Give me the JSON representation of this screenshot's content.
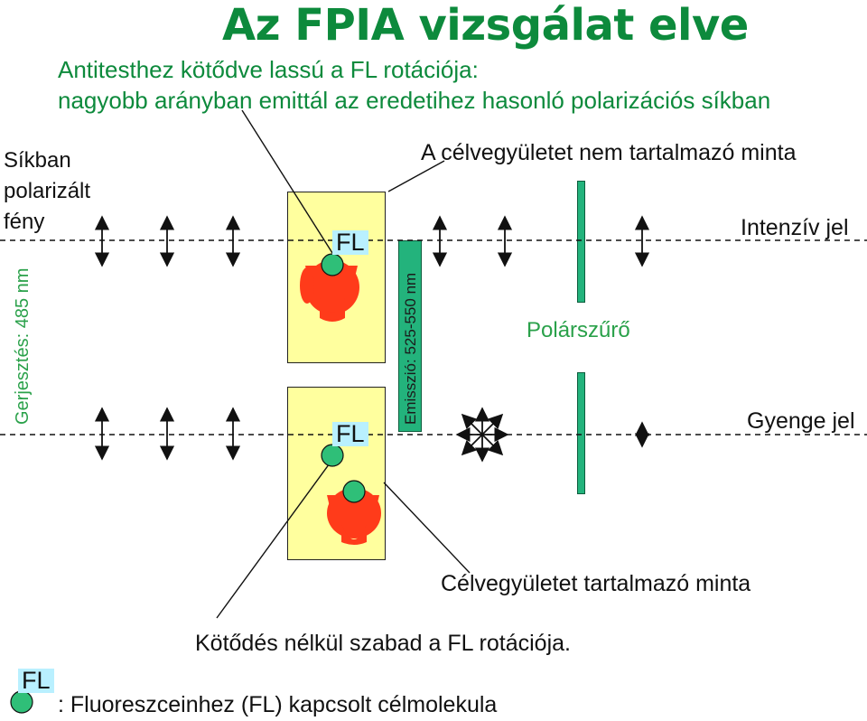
{
  "title": "Az FPIA vizsgálat elve",
  "subtitle_line1": "Antitesthez kötődve lassú a FL rotációja:",
  "subtitle_line2": "nagyobb arányban emittál az eredetihez hasonló polarizációs síkban",
  "polarized_light": [
    "Síkban",
    "polarizált",
    "fény"
  ],
  "excitation_label": "Gerjesztés: 485 nm",
  "emission_label": "Emisszió: 525-550 nm",
  "sample_without_target": "A célvegyületet nem tartalmazó minta",
  "sample_with_target": "Célvegyületet tartalmazó minta",
  "strong_signal": "Intenzív jel",
  "weak_signal": "Gyenge jel",
  "polarizer": "Polárszűrő",
  "fl_tag": "FL",
  "unbound_note": "Kötődés nélkül szabad a FL rotációja.",
  "legend_fl": "FL",
  "legend_text": ": Fluoreszceinhez (FL) kapcsolt célmolekula",
  "colors": {
    "title_green": "#0d8a3c",
    "box_yellow": "#ffff9e",
    "antibody_red": "#ff3b1a",
    "fl_green": "#2fbf78",
    "polarizer_green": "#23b37c",
    "fl_tag_blue": "#b9f0ff"
  }
}
